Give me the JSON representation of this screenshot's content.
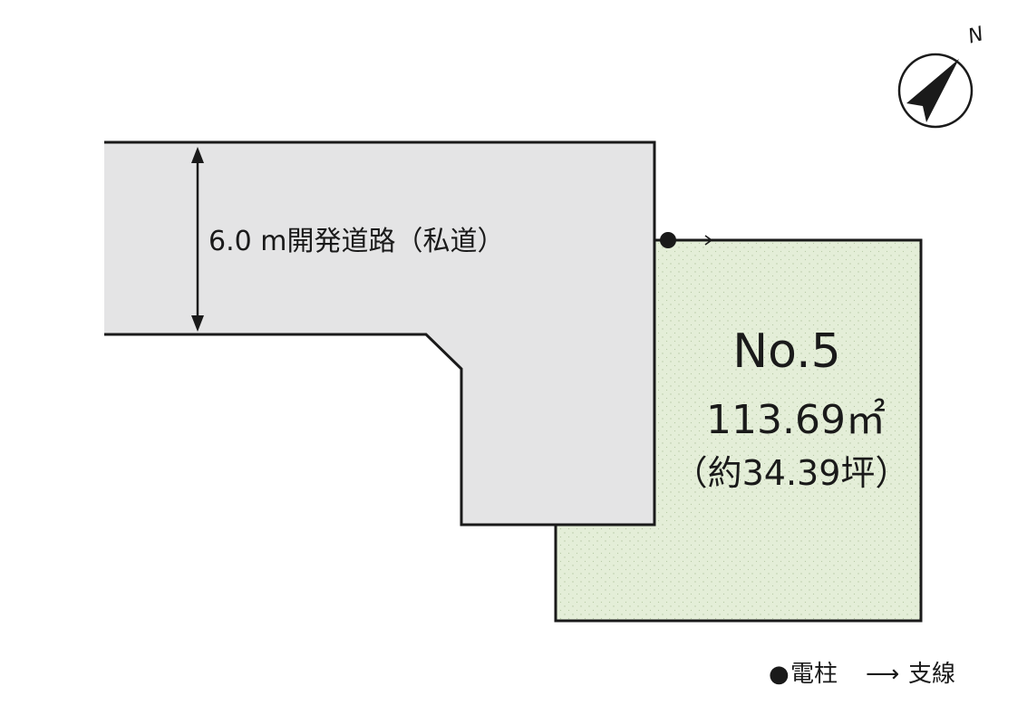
{
  "road": {
    "label": "6.0 m開発道路（私道）",
    "fill_color": "#e4e4e5"
  },
  "lot": {
    "number": "No.5",
    "area": "113.69㎡",
    "tsubo": "（約34.39坪）",
    "fill_color": "#e4eed8"
  },
  "north": {
    "letter": "N",
    "icon": "north-arrow-icon"
  },
  "legend": {
    "pole_marker": "●",
    "pole_label": "電柱",
    "guy_wire_marker": "⟶",
    "guy_wire_label": "支線"
  },
  "colors": {
    "outline": "#1a1a1a",
    "road_fill": "#e4e4e5",
    "lot_fill": "#e4eed8",
    "lot_dots": "#b7c9a6"
  }
}
